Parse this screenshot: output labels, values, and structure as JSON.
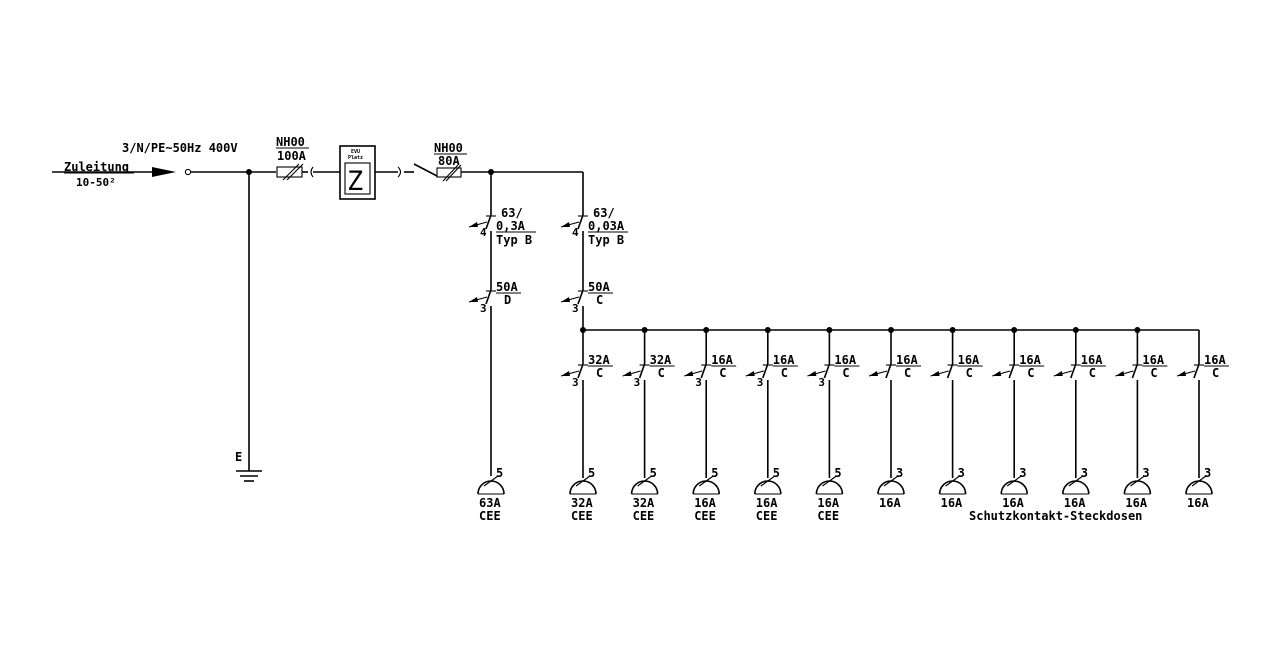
{
  "supply": {
    "label_line1": "Zuleitung",
    "label_line2": "10-50²",
    "system": "3/N/PE~50Hz 400V"
  },
  "main_fuse": {
    "type": "NH00",
    "rating": "100A"
  },
  "meter": {
    "label_line1": "EVU",
    "label_line2": "Platz",
    "symbol": "Z"
  },
  "main_switch": {
    "type": "NH00",
    "rating": "80A"
  },
  "earth": {
    "label": "E"
  },
  "rcds": [
    {
      "rating": "63/",
      "trip": "0,3A",
      "type": "Typ B",
      "poles": "4"
    },
    {
      "rating": "63/",
      "trip": "0,03A",
      "type": "Typ B",
      "poles": "4"
    }
  ],
  "branch_breakers": [
    {
      "rating": "50A",
      "curve": "D",
      "poles": "3"
    },
    {
      "rating": "50A",
      "curve": "C",
      "poles": "3"
    }
  ],
  "branch_outlet": {
    "label": "63A",
    "sublabel": "CEE",
    "poles": "5"
  },
  "circuits": [
    {
      "rating": "32A",
      "curve": "C",
      "poles": "3",
      "outlet_poles": "5",
      "outlet_label": "32A",
      "outlet_sublabel": "CEE"
    },
    {
      "rating": "32A",
      "curve": "C",
      "poles": "3",
      "outlet_poles": "5",
      "outlet_label": "32A",
      "outlet_sublabel": "CEE"
    },
    {
      "rating": "16A",
      "curve": "C",
      "poles": "3",
      "outlet_poles": "5",
      "outlet_label": "16A",
      "outlet_sublabel": "CEE"
    },
    {
      "rating": "16A",
      "curve": "C",
      "poles": "3",
      "outlet_poles": "5",
      "outlet_label": "16A",
      "outlet_sublabel": "CEE"
    },
    {
      "rating": "16A",
      "curve": "C",
      "poles": "3",
      "outlet_poles": "5",
      "outlet_label": "16A",
      "outlet_sublabel": "CEE"
    },
    {
      "rating": "16A",
      "curve": "C",
      "poles": "",
      "outlet_poles": "3",
      "outlet_label": "16A",
      "outlet_sublabel": ""
    },
    {
      "rating": "16A",
      "curve": "C",
      "poles": "",
      "outlet_poles": "3",
      "outlet_label": "16A",
      "outlet_sublabel": ""
    },
    {
      "rating": "16A",
      "curve": "C",
      "poles": "",
      "outlet_poles": "3",
      "outlet_label": "16A",
      "outlet_sublabel": ""
    },
    {
      "rating": "16A",
      "curve": "C",
      "poles": "",
      "outlet_poles": "3",
      "outlet_label": "16A",
      "outlet_sublabel": ""
    },
    {
      "rating": "16A",
      "curve": "C",
      "poles": "",
      "outlet_poles": "3",
      "outlet_label": "16A",
      "outlet_sublabel": ""
    },
    {
      "rating": "16A",
      "curve": "C",
      "poles": "",
      "outlet_poles": "3",
      "outlet_label": "16A",
      "outlet_sublabel": ""
    }
  ],
  "outlets_caption": "Schutzkontakt-Steckdosen"
}
